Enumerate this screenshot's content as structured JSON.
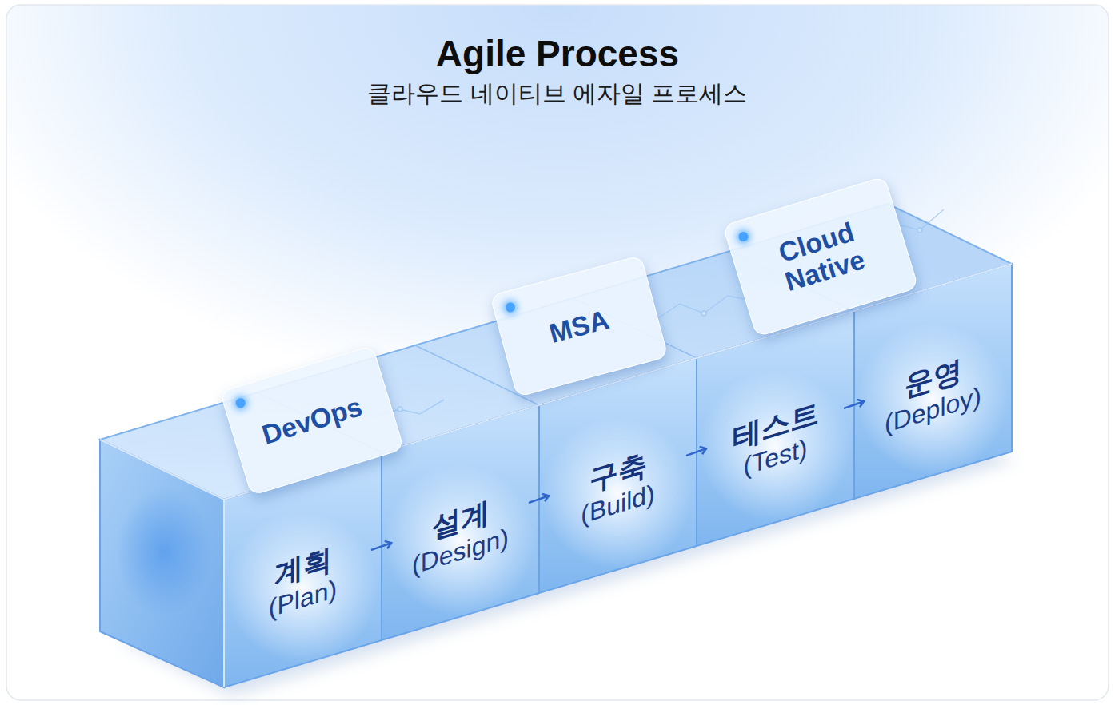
{
  "diagram": {
    "title": "Agile Process",
    "nodes": [
      {
        "text": [
          "계획",
          "(Plan)"
        ]
      },
      {
        "text": [
          "설계",
          "(Design)"
        ]
      },
      {
        "text": [
          "구축",
          "(Build)"
        ]
      },
      {
        "text": [
          "테스트",
          "(Test)"
        ]
      },
      {
        "text": [
          "운영",
          "(Deploy)"
        ]
      },
      {
        "text": [
          "DevOps"
        ]
      },
      {
        "text": [
          "MSA"
        ]
      },
      {
        "text": [
          "Cloud Native"
        ]
      }
    ],
    "edges": [
      {
        "from": 0,
        "to": 1,
        "arrow": "to"
      },
      {
        "from": 1,
        "to": 2,
        "arrow": "to"
      },
      {
        "from": 2,
        "to": 3,
        "arrow": "to"
      },
      {
        "from": 3,
        "to": 4,
        "arrow": "to"
      }
    ],
    "labels": [
      "클라우드 네이티브 에자일 프로세스"
    ]
  }
}
